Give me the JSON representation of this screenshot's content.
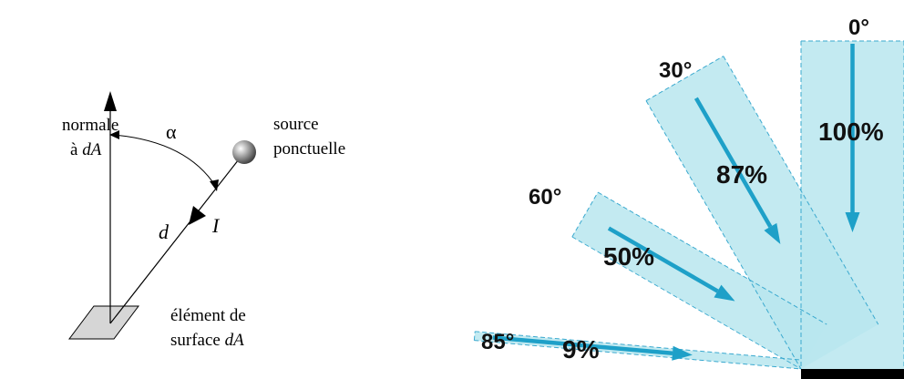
{
  "left_diagram": {
    "normal_label_line1": "normale",
    "normal_label_line2_prefix": "à ",
    "normal_label_line2_italic": "dA",
    "angle_label": "α",
    "source_label_line1": "source",
    "source_label_line2": "ponctuelle",
    "distance_label": "d",
    "intensity_label": "I",
    "surface_label_line1": "élément de",
    "surface_label_line2_prefix": "surface ",
    "surface_label_line2_italic": "dA"
  },
  "right_diagram": {
    "beams": [
      {
        "angle_label": "0°",
        "percent_label": "100%",
        "angle_deg": 0,
        "percent": 100
      },
      {
        "angle_label": "30°",
        "percent_label": "87%",
        "angle_deg": 30,
        "percent": 87
      },
      {
        "angle_label": "60°",
        "percent_label": "50%",
        "angle_deg": 60,
        "percent": 50
      },
      {
        "angle_label": "85°",
        "percent_label": "9%",
        "angle_deg": 85,
        "percent": 9
      }
    ]
  },
  "colors": {
    "beam_fill": "#b9e6ef",
    "beam_edge": "#3aa9cf",
    "arrow": "#1ea0c8",
    "surface_fill": "#d6d6d6",
    "ground": "#000000"
  }
}
